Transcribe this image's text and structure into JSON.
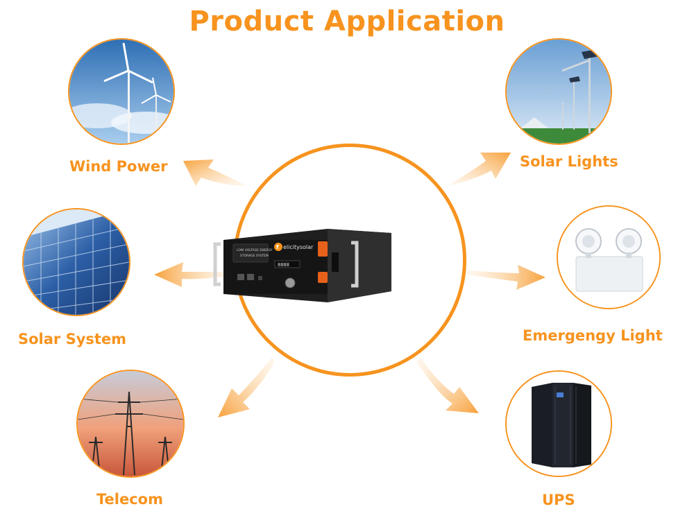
{
  "title": "Product Application",
  "brand": {
    "logo_letter": "f",
    "logo_text": "elicitysolar",
    "panel_line1": "LOW VOLTAGE ENERGY",
    "panel_line2": "STORAGE SYSTEM",
    "display": "8888"
  },
  "applications": [
    {
      "label": "Wind Power",
      "icon": "wind-turbine-icon"
    },
    {
      "label": "Solar Lights",
      "icon": "solar-street-light-icon"
    },
    {
      "label": "Solar System",
      "icon": "solar-panel-icon"
    },
    {
      "label": "Emergengy Light",
      "icon": "emergency-light-icon"
    },
    {
      "label": "Telecom",
      "icon": "power-tower-icon"
    },
    {
      "label": "UPS",
      "icon": "ups-cabinet-icon"
    }
  ],
  "colors": {
    "accent": "#F7931E",
    "arrow_light": "#FDE3C2",
    "battery_body": "#2b2b2b"
  }
}
